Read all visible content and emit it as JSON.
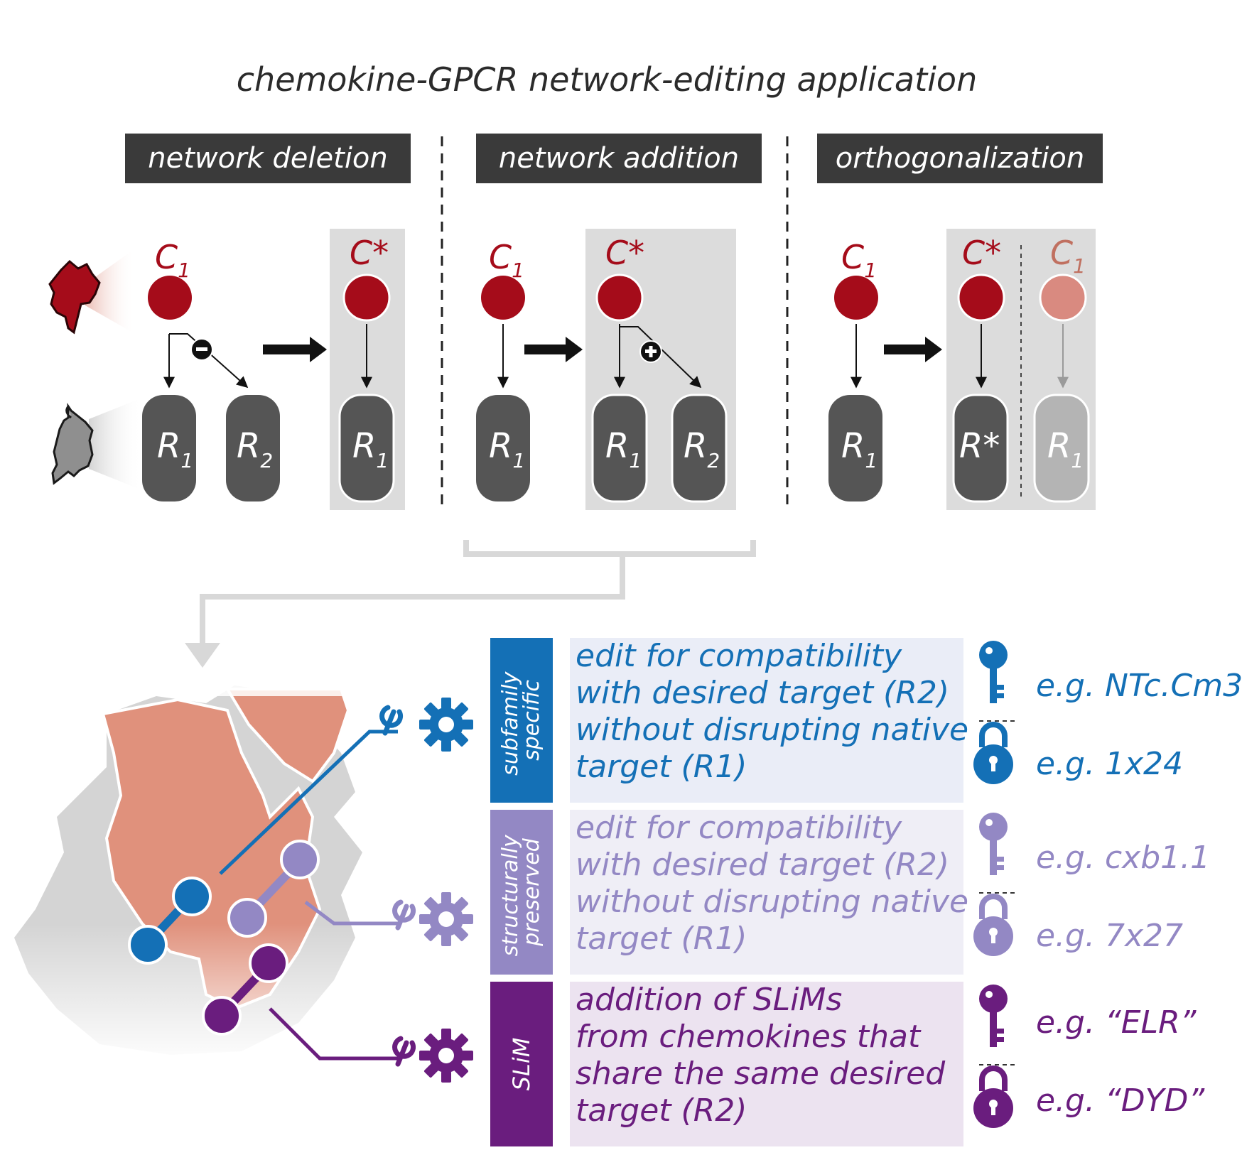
{
  "title": "chemokine-GPCR network-editing application",
  "panels": [
    {
      "id": "deletion",
      "label": "network deletion"
    },
    {
      "id": "addition",
      "label": "network addition"
    },
    {
      "id": "ortho",
      "label": "orthogonalization"
    }
  ],
  "node_labels": {
    "c1": "C1",
    "c_star": "C*",
    "r1": "R1",
    "r2": "R2",
    "r_star": "R*",
    "minus": "−",
    "plus": "+"
  },
  "strategies": [
    {
      "id": "subfamily",
      "tag_lines": [
        "subfamily",
        "specific"
      ],
      "description_lines": [
        "edit for compatibility",
        "with desired target (R2)",
        "without disrupting native",
        "target (R1)"
      ],
      "key_example": "e.g. NTc.Cm3",
      "lock_example": "e.g. 1x24",
      "color": "#1470b6"
    },
    {
      "id": "structural",
      "tag_lines": [
        "structurally",
        "preserved"
      ],
      "description_lines": [
        "edit for compatibility",
        "with desired target (R2)",
        "without disrupting native",
        "target (R1)"
      ],
      "key_example": "e.g. cxb1.1",
      "lock_example": "e.g. 7x27",
      "color": "#9388c4"
    },
    {
      "id": "slim",
      "tag_lines": [
        "SLiM"
      ],
      "description_lines": [
        "addition of SLiMs",
        "from chemokines that",
        "share the same desired",
        "target (R2)"
      ],
      "key_example": "e.g. “ELR”",
      "lock_example": "e.g. “DYD”",
      "color": "#6a1d7e"
    }
  ],
  "colors": {
    "chemokine": "#a50c1a",
    "receptor": "#555555",
    "tag_bg": "#3a3a3a",
    "panel_bg": "#dcdcdc",
    "subfamily": "#1470b6",
    "structural": "#9388c4",
    "slim": "#6a1d7e",
    "protein": "#e0917c"
  }
}
